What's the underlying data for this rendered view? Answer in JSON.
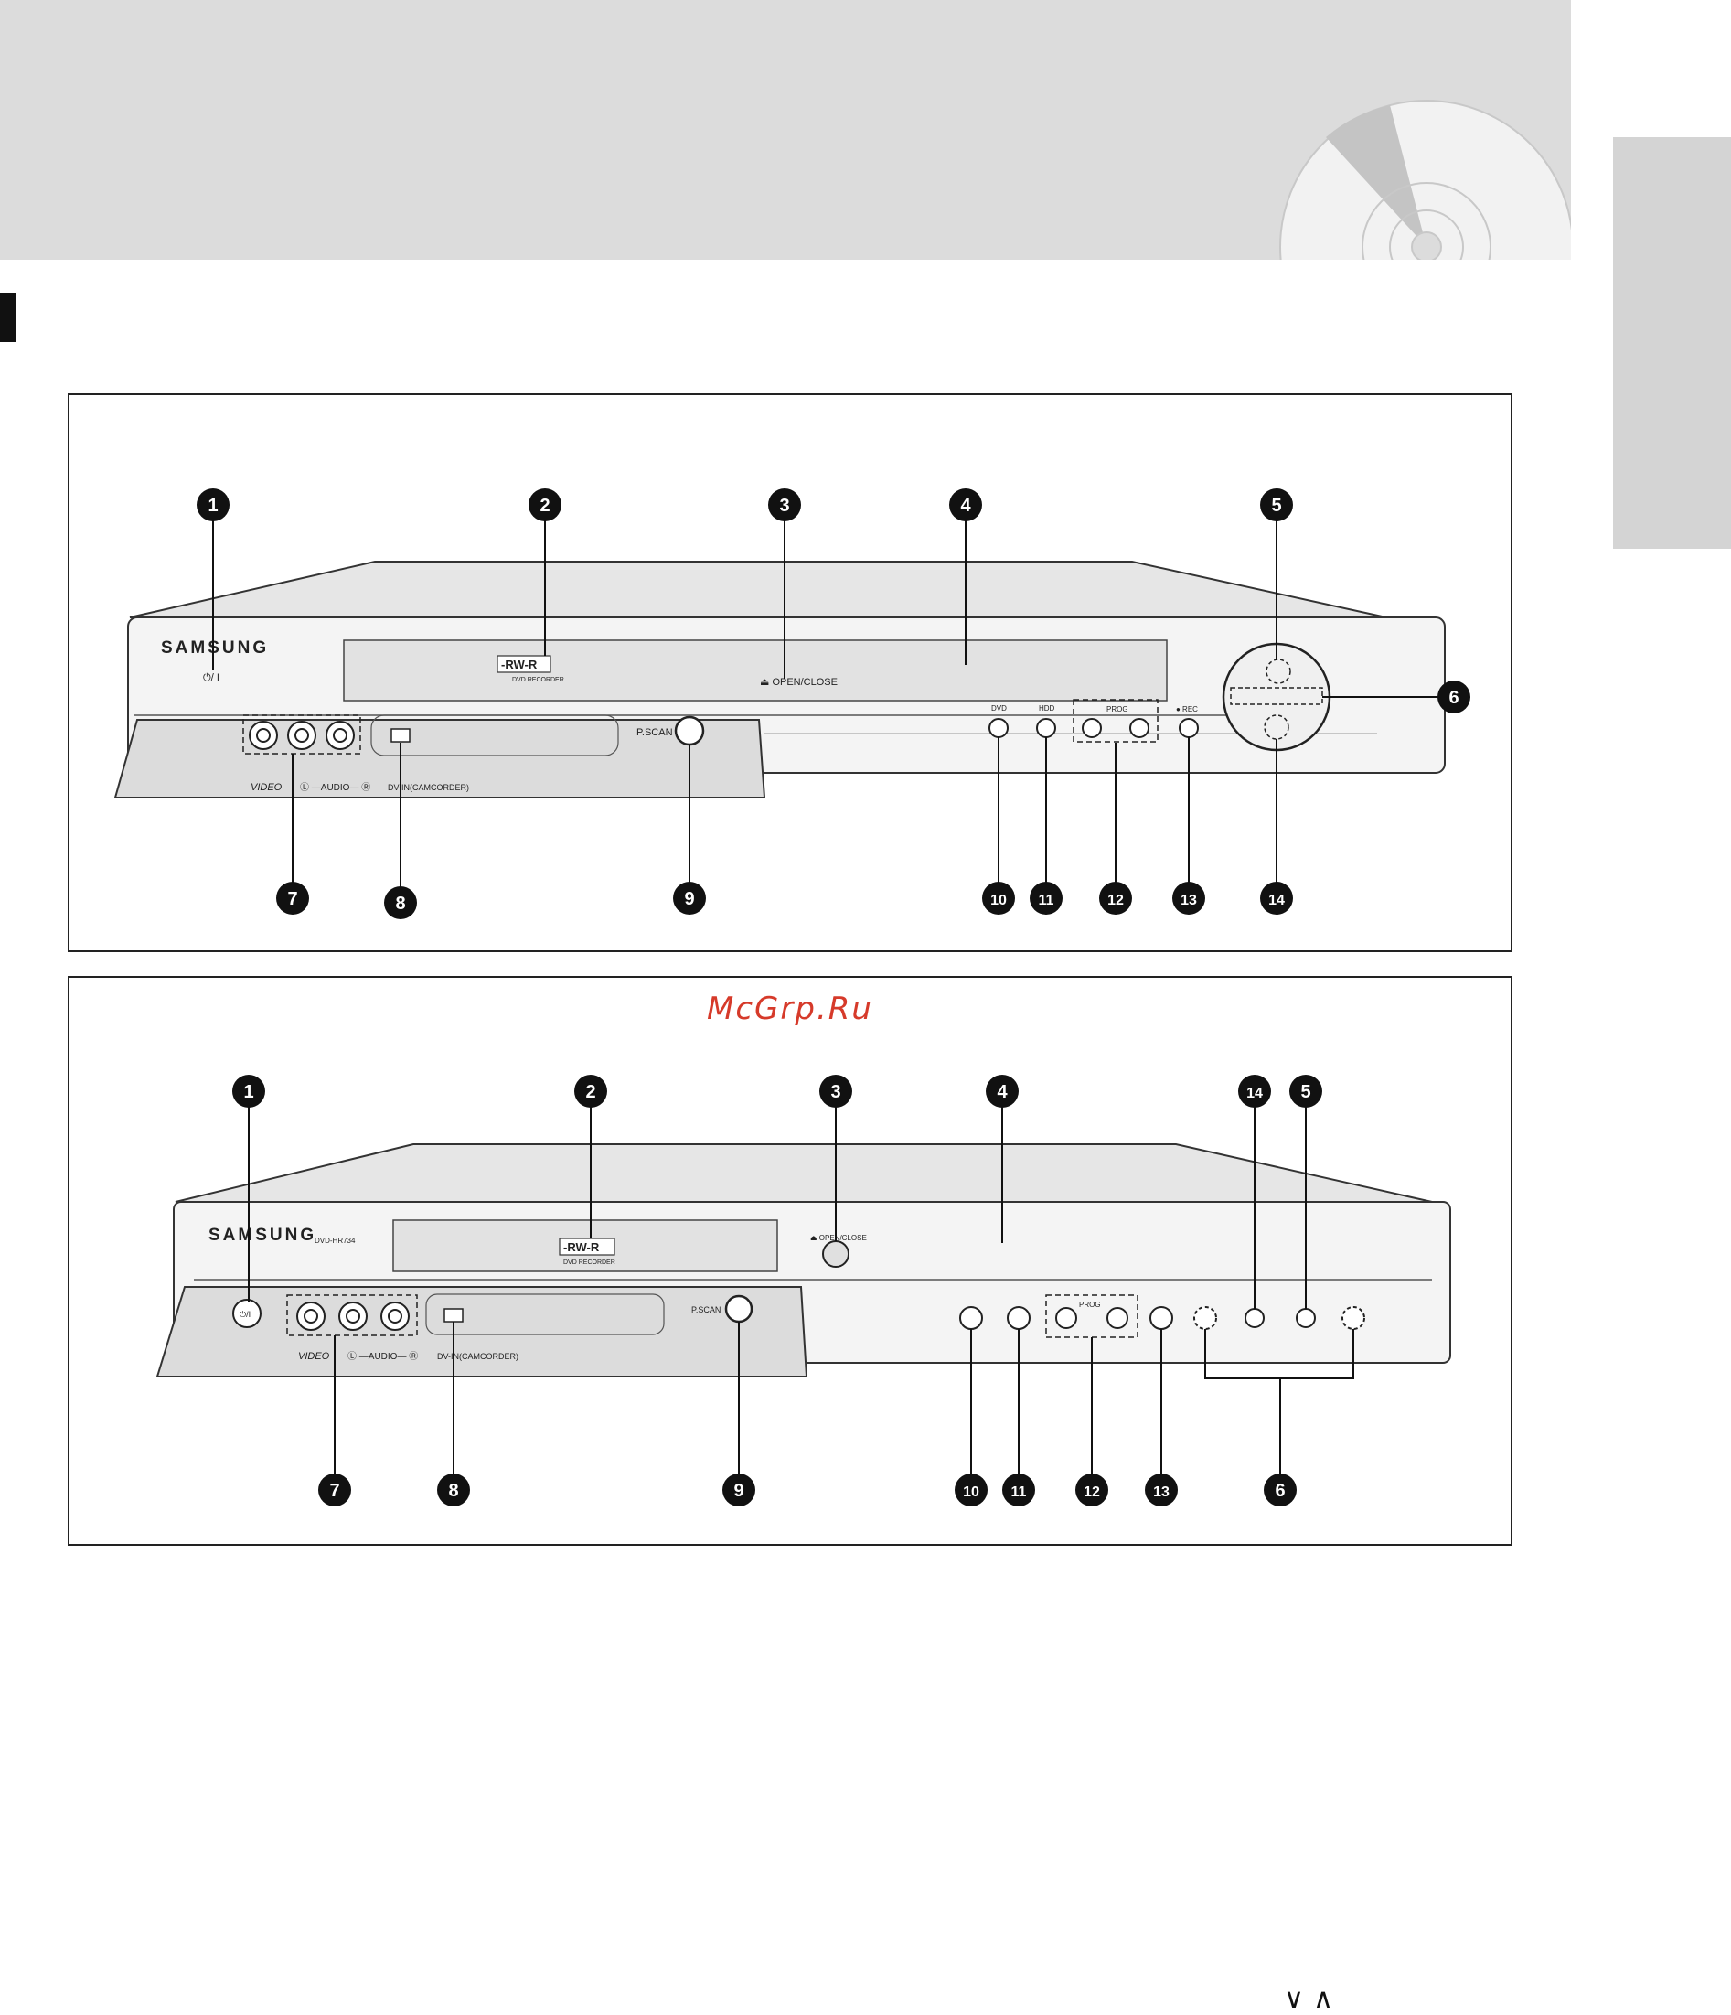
{
  "header": {
    "disc_icon": "disc-icon"
  },
  "watermark": "McGrp.Ru",
  "footer": {
    "prog_down_symbol": "∨",
    "prog_up_symbol": "∧"
  },
  "diagram_top": {
    "brand": "SAMSUNG",
    "power_mark": "⏻/ I",
    "rw_logo": "-RW-R",
    "rw_sub": "DVD RECORDER",
    "open_close": "⏏ OPEN/CLOSE",
    "pscan": "P.SCAN",
    "dvd": "DVD",
    "hdd": "HDD",
    "prog": "PROG",
    "rec": "● REC",
    "video": "VIDEO",
    "audio": "Ⓛ —AUDIO— Ⓡ",
    "dv_in": "DV-IN(CAMCORDER)",
    "callouts": [
      "1",
      "2",
      "3",
      "4",
      "5",
      "6",
      "7",
      "8",
      "9",
      "10",
      "11",
      "12",
      "13",
      "14"
    ]
  },
  "diagram_bottom": {
    "brand": "SAMSUNG",
    "model": "DVD-HR734",
    "rw_logo": "-RW-R",
    "rw_sub": "DVD RECORDER",
    "open_close": "⏏ OPEN/CLOSE",
    "pscan": "P.SCAN",
    "prog": "PROG",
    "video": "VIDEO",
    "audio": "Ⓛ —AUDIO— Ⓡ",
    "dv_in": "DV-IN(CAMCORDER)",
    "callouts": [
      "1",
      "2",
      "3",
      "4",
      "14",
      "5",
      "7",
      "8",
      "9",
      "10",
      "11",
      "12",
      "13",
      "6"
    ]
  }
}
